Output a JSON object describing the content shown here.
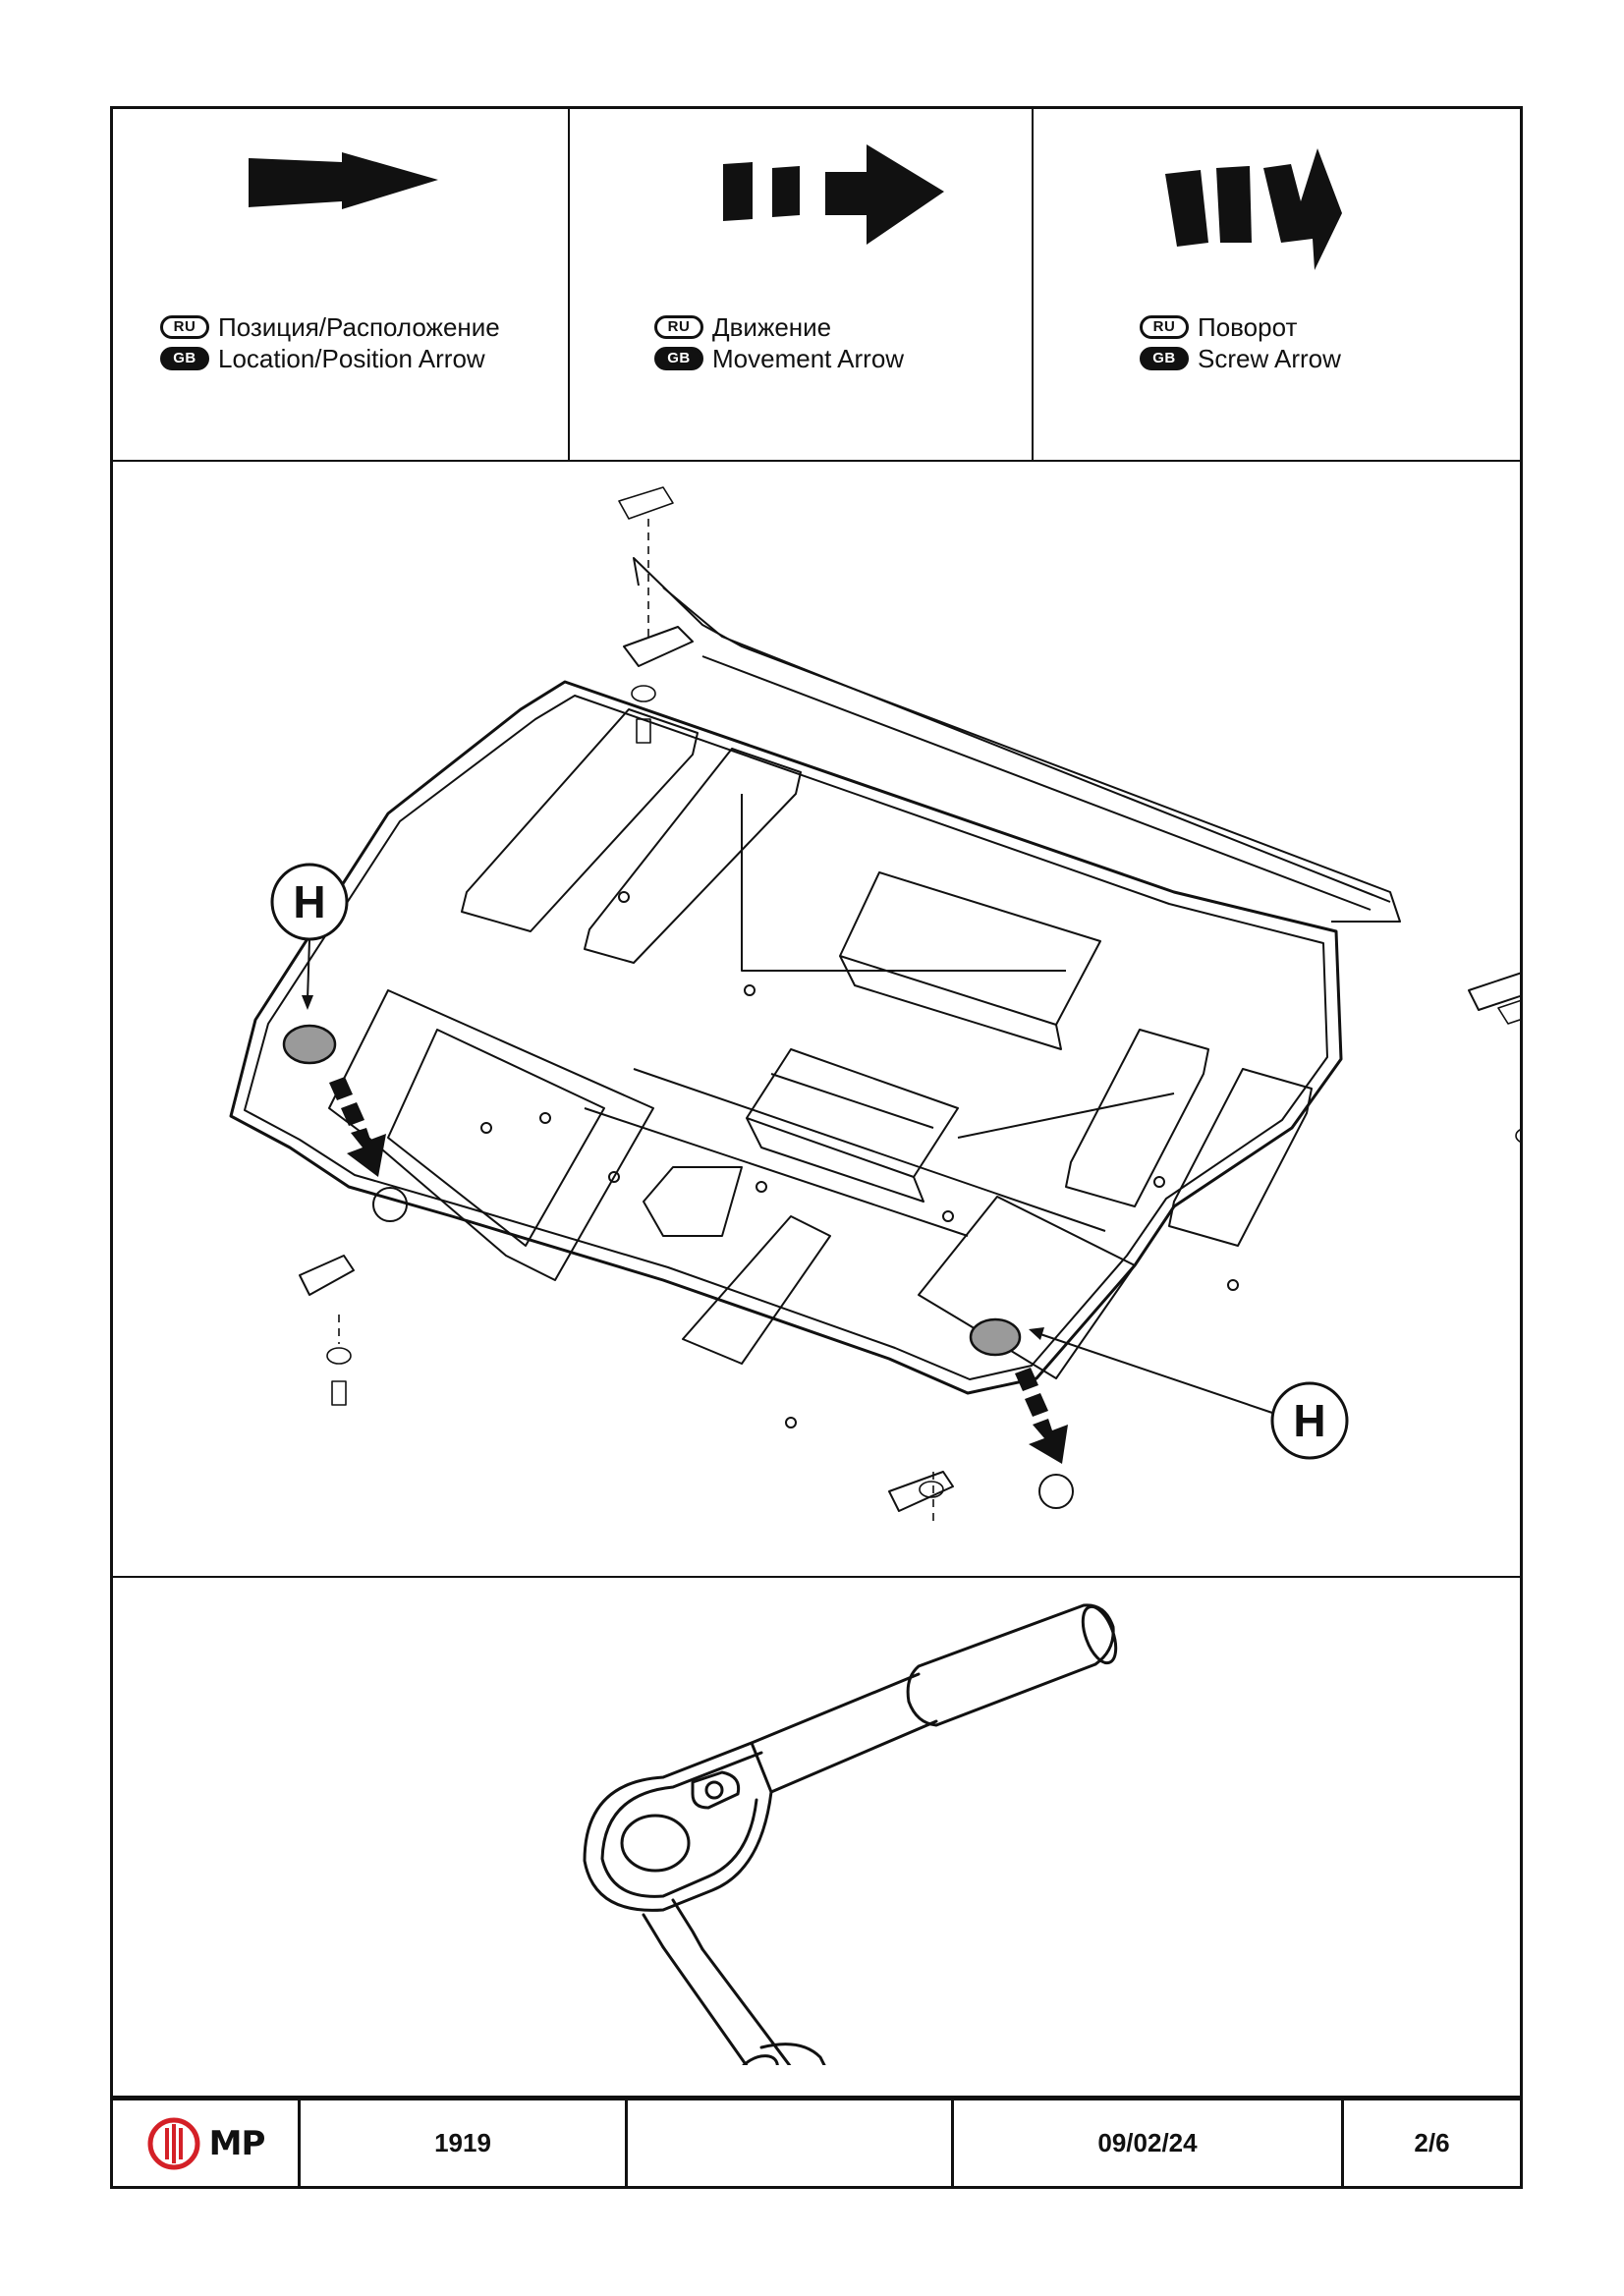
{
  "legend": [
    {
      "ru_badge": "RU",
      "gb_badge": "GB",
      "ru": "Позиция/Расположение",
      "gb": "Location/Position Arrow"
    },
    {
      "ru_badge": "RU",
      "gb_badge": "GB",
      "ru": "Движение",
      "gb": "Movement Arrow"
    },
    {
      "ru_badge": "RU",
      "gb_badge": "GB",
      "ru": "Поворот",
      "gb": "Screw Arrow"
    }
  ],
  "drawing": {
    "callout_left": "H",
    "callout_right": "H"
  },
  "footer": {
    "logo_text": "MP",
    "part_number": "1919",
    "blank": "",
    "date": "09/02/24",
    "page": "2/6"
  },
  "colors": {
    "ink": "#111111",
    "plug": "#9a9a9a"
  }
}
